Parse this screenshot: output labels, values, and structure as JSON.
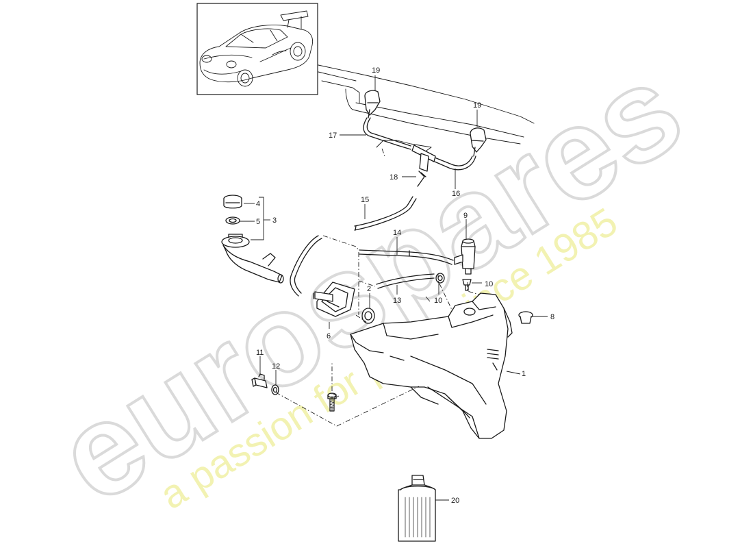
{
  "watermark": {
    "brand": "eurospares",
    "tagline": "a passion for parts since 1985"
  },
  "callouts": [
    {
      "id": "c1",
      "label": "1"
    },
    {
      "id": "c2",
      "label": "2"
    },
    {
      "id": "c3",
      "label": "3"
    },
    {
      "id": "c4",
      "label": "4"
    },
    {
      "id": "c5",
      "label": "5"
    },
    {
      "id": "c6",
      "label": "6"
    },
    {
      "id": "c7",
      "label": "7"
    },
    {
      "id": "c8",
      "label": "8"
    },
    {
      "id": "c9",
      "label": "9"
    },
    {
      "id": "c10a",
      "label": "10"
    },
    {
      "id": "c10b",
      "label": "10"
    },
    {
      "id": "c11",
      "label": "11"
    },
    {
      "id": "c12",
      "label": "12"
    },
    {
      "id": "c13",
      "label": "13"
    },
    {
      "id": "c14",
      "label": "14"
    },
    {
      "id": "c15",
      "label": "15"
    },
    {
      "id": "c16",
      "label": "16"
    },
    {
      "id": "c17",
      "label": "17"
    },
    {
      "id": "c18",
      "label": "18"
    },
    {
      "id": "c19a",
      "label": "19"
    },
    {
      "id": "c19b",
      "label": "19"
    },
    {
      "id": "c20",
      "label": "20"
    }
  ]
}
